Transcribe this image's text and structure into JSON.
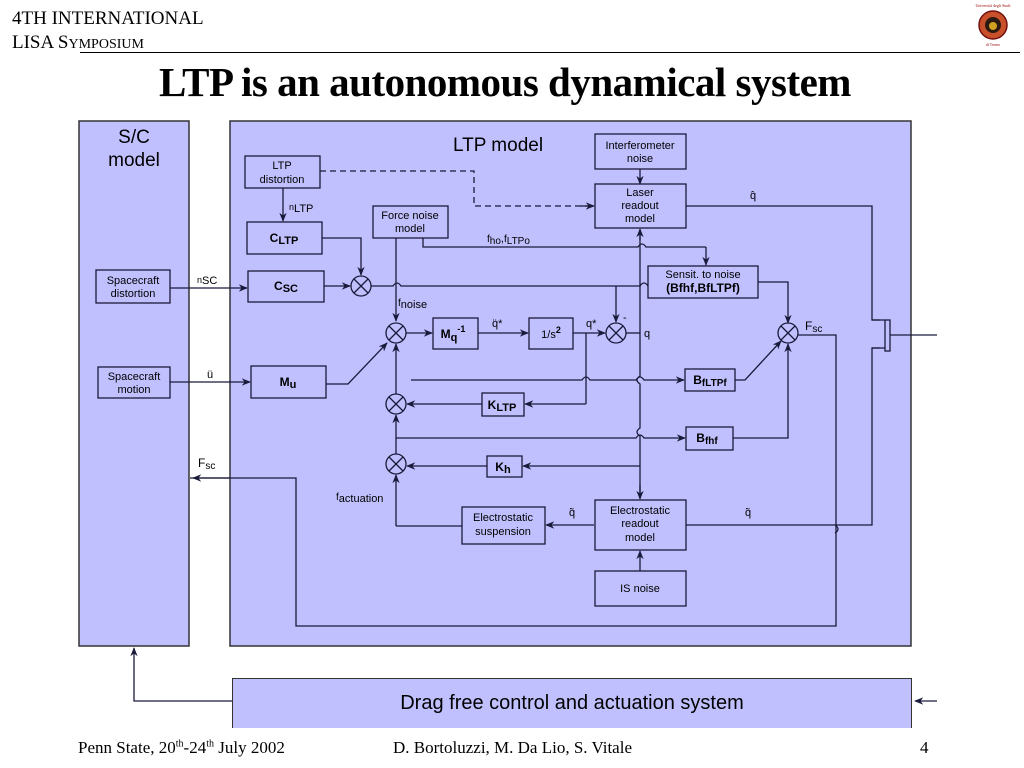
{
  "header": {
    "line1": "4TH INTERNATIONAL",
    "line2_prefix": "LISA S",
    "line2_smallcaps": "YMPOSIUM",
    "logo": {
      "name": "university-of-trento-logo",
      "top_text": "Università degli Studi",
      "bottom_text": "di Trento"
    }
  },
  "title": "LTP is an autonomous dynamical system",
  "colors": {
    "panel_fill": "#c0c0ff",
    "line": "#1a1a3a"
  },
  "diagram": {
    "sc_panel": {
      "title_line1": "S/C",
      "title_line2": "model"
    },
    "ltp_panel": {
      "title": "LTP model"
    },
    "blocks": {
      "ltp_distortion": [
        "LTP",
        "distortion"
      ],
      "c_ltp": {
        "main": "C",
        "sub": "LTP"
      },
      "c_sc": {
        "main": "C",
        "sub": "SC"
      },
      "m_u": {
        "main": "M",
        "sub": "u"
      },
      "spacecraft_distortion": [
        "Spacecraft",
        "distortion"
      ],
      "spacecraft_motion": [
        "Spacecraft",
        "motion"
      ],
      "force_noise_model": [
        "Force noise",
        "model"
      ],
      "interferometer_noise": [
        "Interferometer",
        "noise"
      ],
      "laser_readout_model": [
        "Laser",
        "readout",
        "model"
      ],
      "sensit_to_noise": {
        "line1": "Sensit. to noise",
        "line2": "(Bfhf,BfLTPf)"
      },
      "mq_inv": {
        "main": "M",
        "sub": "q",
        "sup": "-1"
      },
      "one_over_s2": {
        "main": "1/s",
        "sup": "2"
      },
      "b_fltpf": {
        "main": "B",
        "sub": "fLTPf"
      },
      "b_fhf": {
        "main": "B",
        "sub": "fhf"
      },
      "k_ltp": {
        "main": "K",
        "sub": "LTP"
      },
      "k_h": {
        "main": "K",
        "sub": "h"
      },
      "electrostatic_suspension": [
        "Electrostatic",
        "suspension"
      ],
      "electrostatic_readout_model": [
        "Electrostatic",
        "readout",
        "model"
      ],
      "is_noise": [
        "IS noise"
      ]
    },
    "signals": {
      "n_ltp": {
        "main": "n",
        "sub": "LTP"
      },
      "n_sc": {
        "main": "n",
        "sub": "SC"
      },
      "u_ddot": "ü",
      "f_noise": {
        "main": "f",
        "sub": "noise"
      },
      "f_ho_ltpo": {
        "main": "f",
        "sub": "ho",
        "sep": ",",
        "main2": "f",
        "sub2": "LTPo"
      },
      "q_ddot_star": "q̈*",
      "q_star": "q*",
      "minus": "-",
      "q": "q",
      "q_hat": "q̂",
      "q_tilde_left": "q̃",
      "q_tilde_right": "q̃",
      "f_sc_right": {
        "main": "F",
        "sub": "sc"
      },
      "f_sc_left": {
        "main": "F",
        "sub": "sc"
      },
      "f_actuation": {
        "main": "f",
        "sub": "actuation"
      }
    },
    "drag_free": "Drag free control and actuation system"
  },
  "footer": {
    "venue_prefix": "Penn State, 20",
    "venue_sup1": "th",
    "venue_mid": "-24",
    "venue_sup2": "th",
    "venue_suffix": " July 2002",
    "authors": "D. Bortoluzzi, M. Da Lio, S. Vitale",
    "page_number": "4"
  }
}
